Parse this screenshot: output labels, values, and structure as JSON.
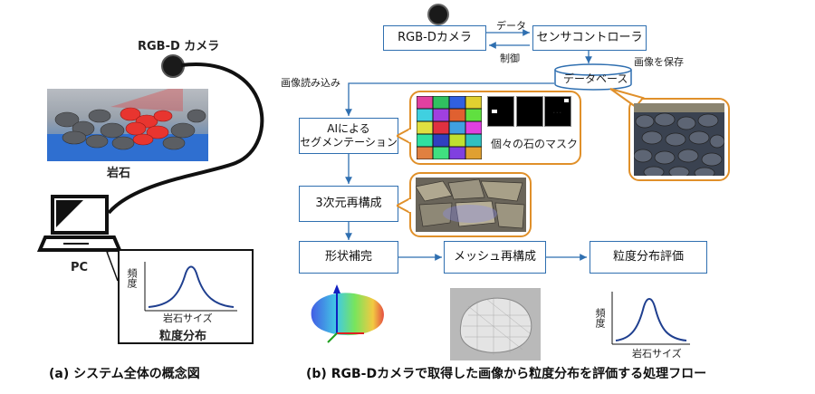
{
  "panel_a": {
    "camera_label": "RGB-D カメラ",
    "rock_label": "岩石",
    "pc_label": "PC",
    "graph": {
      "ylabel": "頻度",
      "xlabel": "岩石サイズ",
      "title": "粒度分布"
    },
    "caption": "(a) システム全体の概念図"
  },
  "panel_b": {
    "camera_box": "RGB-Dカメラ",
    "controller_box": "センサコントローラ",
    "database_box": "データベース",
    "data_label": "データ",
    "control_label": "制御",
    "save_label": "画像を保存",
    "load_label": "画像読み込み",
    "ai_box": "AIによる\nセグメンテーション",
    "masks_label": "個々の石のマスク",
    "ellipsis": "...",
    "recon_box": "3次元再構成",
    "shape_box": "形状補完",
    "mesh_box": "メッシュ再構成",
    "eval_box": "粒度分布評価",
    "graph": {
      "ylabel": "頻度",
      "xlabel": "岩石サイズ"
    },
    "caption": "(b) RGB-Dカメラで取得した画像から粒度分布を評価する処理フロー"
  },
  "colors": {
    "box_border": "#2f6fb0",
    "callout_border": "#e0902a",
    "curve": "#1f3f8f",
    "laser": "#e23a3a"
  }
}
